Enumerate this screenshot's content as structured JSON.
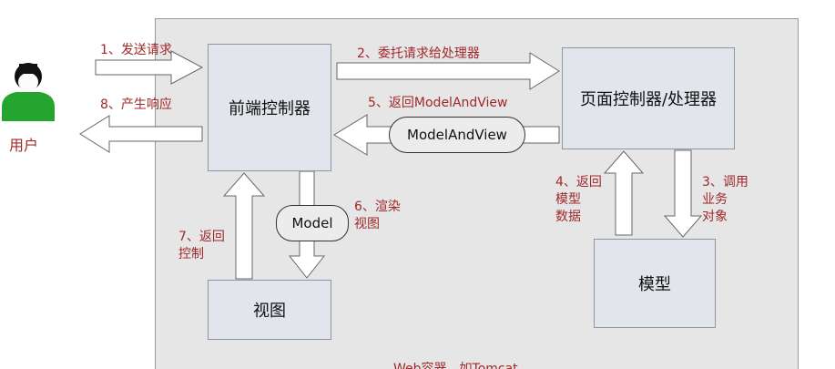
{
  "user": {
    "label": "用户"
  },
  "boxes": {
    "front_controller": "前端控制器",
    "page_controller": "页面控制器/处理器",
    "model": "模型",
    "view": "视图"
  },
  "ovals": {
    "model_and_view": "ModelAndView",
    "model": "Model"
  },
  "steps": {
    "s1": "1、发送请求",
    "s2": "2、委托请求给处理器",
    "s3": "3、调用\n业务\n对象",
    "s4": "4、返回\n模型\n数据",
    "s5": "5、返回ModelAndView",
    "s6": "6、渲染\n视图",
    "s7": "7、返回\n控制",
    "s8": "8、产生响应"
  },
  "container": {
    "caption": "Web容器，如Tomcat"
  },
  "colors": {
    "label_red": "#a0282a",
    "box_fill": "#e2e6ec",
    "arrow_fill": "#ffffff",
    "arrow_stroke": "#666666",
    "user_green": "#23a52f"
  }
}
